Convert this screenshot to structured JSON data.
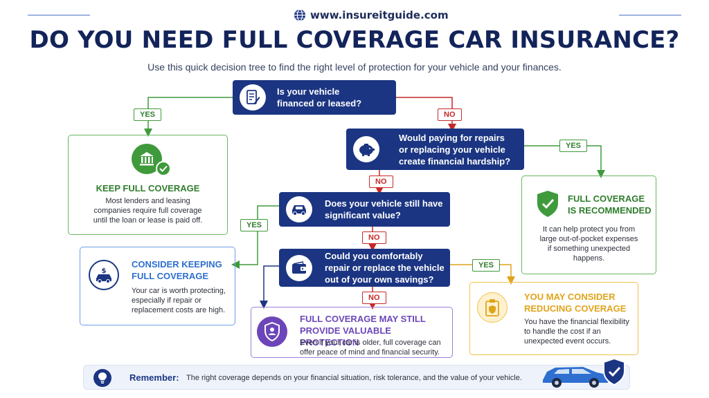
{
  "header": {
    "site": "www.insureitguide.com",
    "title": "DO YOU NEED FULL COVERAGE CAR INSURANCE?",
    "subtitle": "Use this quick decision tree to find the right level of protection for your vehicle and your finances."
  },
  "questions": [
    {
      "line1": "Is your vehicle",
      "line2": "financed or leased?"
    },
    {
      "line1": "Would paying for repairs",
      "line2": "or replacing your vehicle",
      "line3": "create financial hardship?"
    },
    {
      "line1": "Does your vehicle still have",
      "line2": "significant value?"
    },
    {
      "line1": "Could you comfortably",
      "line2": "repair or replace the vehicle",
      "line3": "out of your own savings?"
    }
  ],
  "labels": {
    "yes": "YES",
    "no": "NO"
  },
  "results": {
    "keep": {
      "title": "KEEP FULL COVERAGE",
      "line1": "Most lenders and leasing",
      "line2": "companies require full coverage",
      "line3": "until the loan or lease is paid off."
    },
    "recommended": {
      "title1": "FULL COVERAGE",
      "title2": "IS RECOMMENDED",
      "line1": "It can help protect you from",
      "line2": "large out-of-pocket expenses",
      "line3": "if something unexpected",
      "line4": "happens."
    },
    "consider_keeping": {
      "title1": "CONSIDER KEEPING",
      "title2": "FULL COVERAGE",
      "line1": "Your car is worth protecting,",
      "line2": "especially if repair or",
      "line3": "replacement costs are high."
    },
    "reducing": {
      "title1": "YOU MAY CONSIDER",
      "title2": "REDUCING COVERAGE",
      "line1": "You have the financial flexibility",
      "line2": "to handle the cost if an",
      "line3": "unexpected event occurs."
    },
    "still_valuable": {
      "title1": "FULL COVERAGE MAY STILL",
      "title2": "PROVIDE VALUABLE PROTECTION",
      "line1": "Even if your car is older, full coverage can",
      "line2": "offer peace of mind and financial security."
    }
  },
  "remember": {
    "label": "Remember:",
    "text": "The right coverage depends on your financial situation, risk tolerance, and the value of your vehicle."
  },
  "colors": {
    "navy": "#1b3582",
    "green": "#3f9a3b",
    "red": "#c62828",
    "blue": "#2e6fd0",
    "yellow": "#e0a41a",
    "purple": "#6c46b8"
  }
}
